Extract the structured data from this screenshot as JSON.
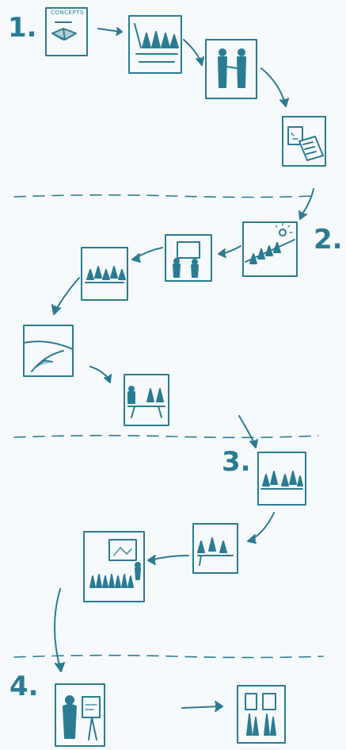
{
  "colors": {
    "ink": "#2b7c93",
    "background": "#f7fafc"
  },
  "steps": [
    {
      "number": "1."
    },
    {
      "number": "2."
    },
    {
      "number": "3."
    },
    {
      "number": "4."
    }
  ],
  "concepts_card": {
    "label": "CONCEPTS"
  }
}
